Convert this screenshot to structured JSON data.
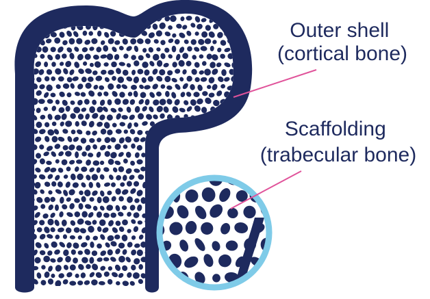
{
  "labels": {
    "outer_shell": {
      "line1": "Outer shell",
      "line2": "(cortical bone)"
    },
    "scaffolding": {
      "line1": "Scaffolding",
      "line2": "(trabecular bone)"
    }
  },
  "colors": {
    "bone": "#1e2a5e",
    "ring": "#7fcbe8",
    "leader": "#e0539a",
    "label_text": "#1e2a5e",
    "background": "#ffffff"
  }
}
